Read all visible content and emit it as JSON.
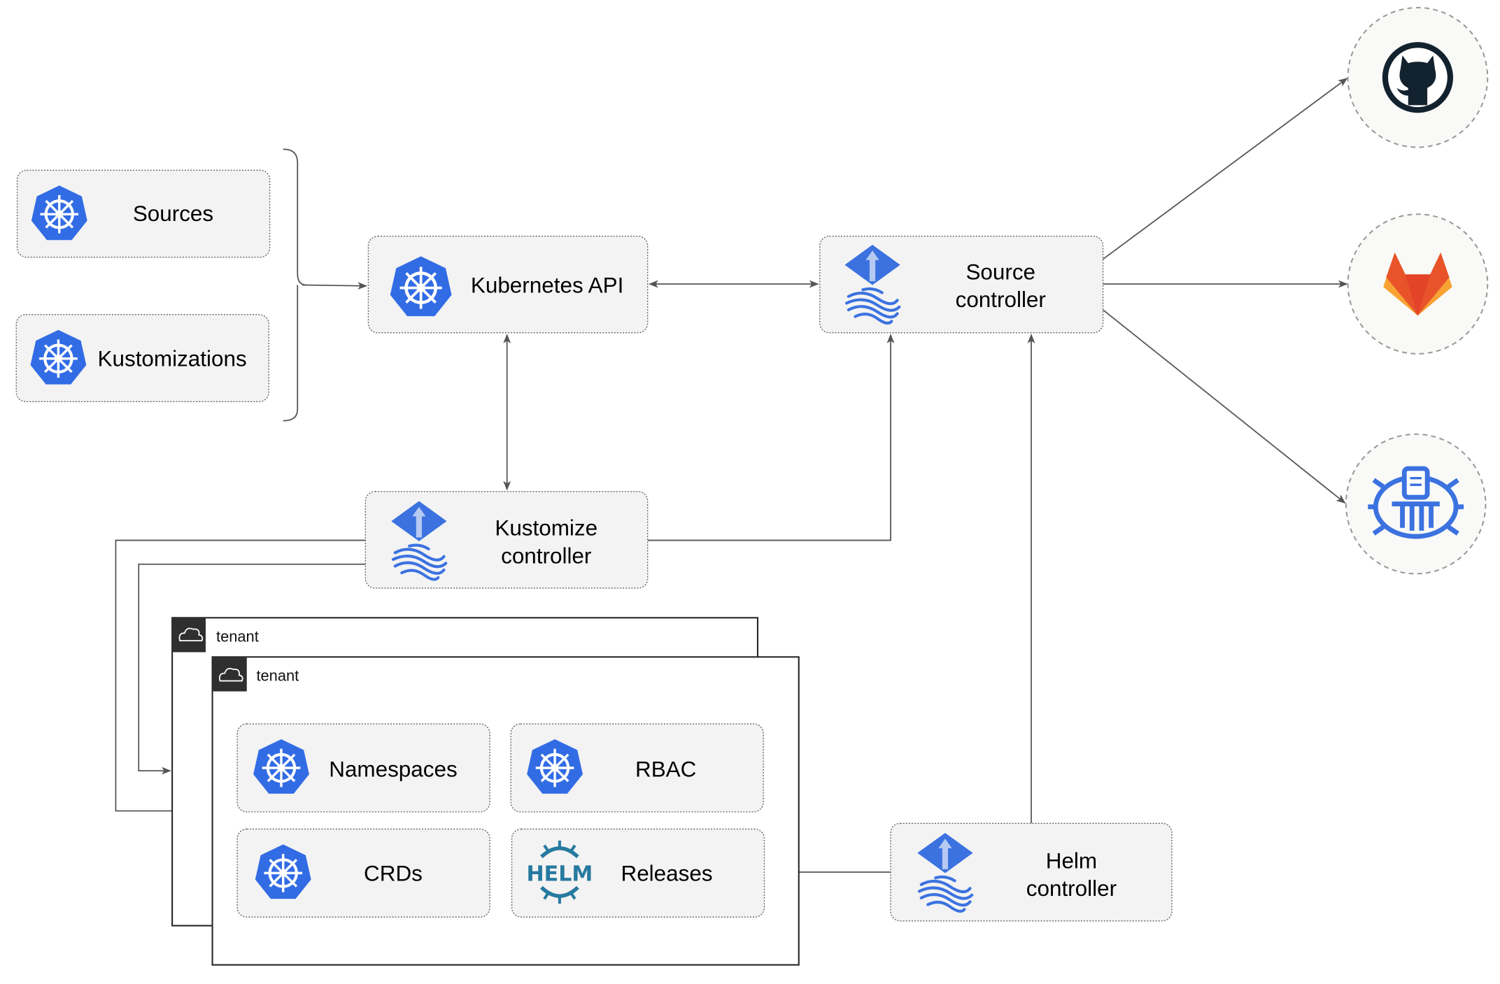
{
  "nodes": {
    "sources": "Sources",
    "kustomizations": "Kustomizations",
    "kubernetes_api": "Kubernetes API",
    "source_controller": [
      "Source",
      "controller"
    ],
    "kustomize_controller": [
      "Kustomize",
      "controller"
    ],
    "helm_controller": [
      "Helm",
      "controller"
    ],
    "namespaces": "Namespaces",
    "rbac": "RBAC",
    "crds": "CRDs",
    "releases": "Releases"
  },
  "tenants": [
    "tenant",
    "tenant"
  ],
  "helm_logo_text": "HELM",
  "external_sources": [
    "github-icon",
    "gitlab-icon",
    "harbor-icon"
  ],
  "colors": {
    "k8s_blue": "#326ce5",
    "flux_blue": "#3b72e0",
    "github": "#13222f",
    "gitlab_orange": "#e8532a",
    "gitlab_light": "#f7a233",
    "helm": "#277a9f"
  }
}
